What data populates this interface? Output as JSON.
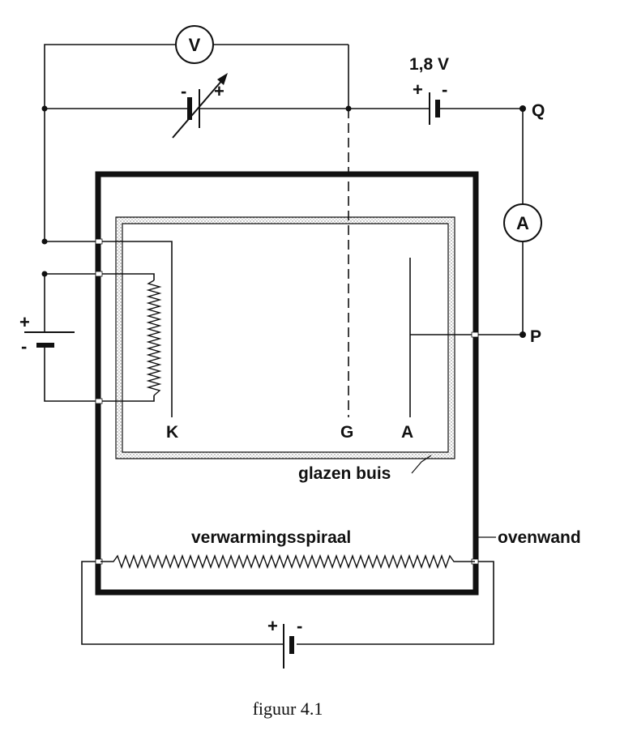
{
  "labels": {
    "voltmeter": "V",
    "ammeter": "A",
    "battery_voltage": "1,8 V",
    "plus": "+",
    "minus": "-",
    "node_q": "Q",
    "node_p": "P",
    "cathode": "K",
    "grid": "G",
    "anode": "A",
    "tube": "glazen buis",
    "heater": "verwarmingsspiraal",
    "oven_wall": "ovenwand"
  },
  "caption": "figuur 4.1"
}
